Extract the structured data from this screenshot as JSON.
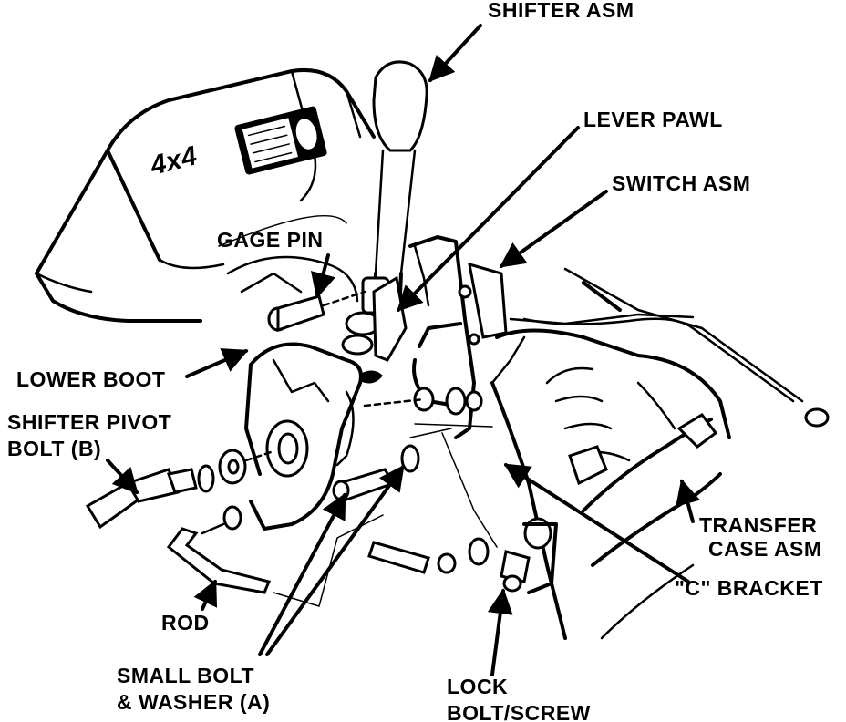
{
  "labels": {
    "shifter_asm": "SHIFTER ASM",
    "lever_pawl": "LEVER PAWL",
    "switch_asm": "SWITCH ASM",
    "gage_pin": "GAGE PIN",
    "lower_boot": "LOWER BOOT",
    "shifter_pivot_bolt_1": "SHIFTER PIVOT",
    "shifter_pivot_bolt_2": "BOLT (B)",
    "transfer_case_1": "TRANSFER",
    "transfer_case_2": "CASE ASM",
    "c_bracket": "\"C\" BRACKET",
    "rod": "ROD",
    "small_bolt_1": "SMALL BOLT",
    "small_bolt_2": "& WASHER (A)",
    "lock_bolt_1": "LOCK",
    "lock_bolt_2": "BOLT/SCREW",
    "console_badge": "4x4"
  }
}
